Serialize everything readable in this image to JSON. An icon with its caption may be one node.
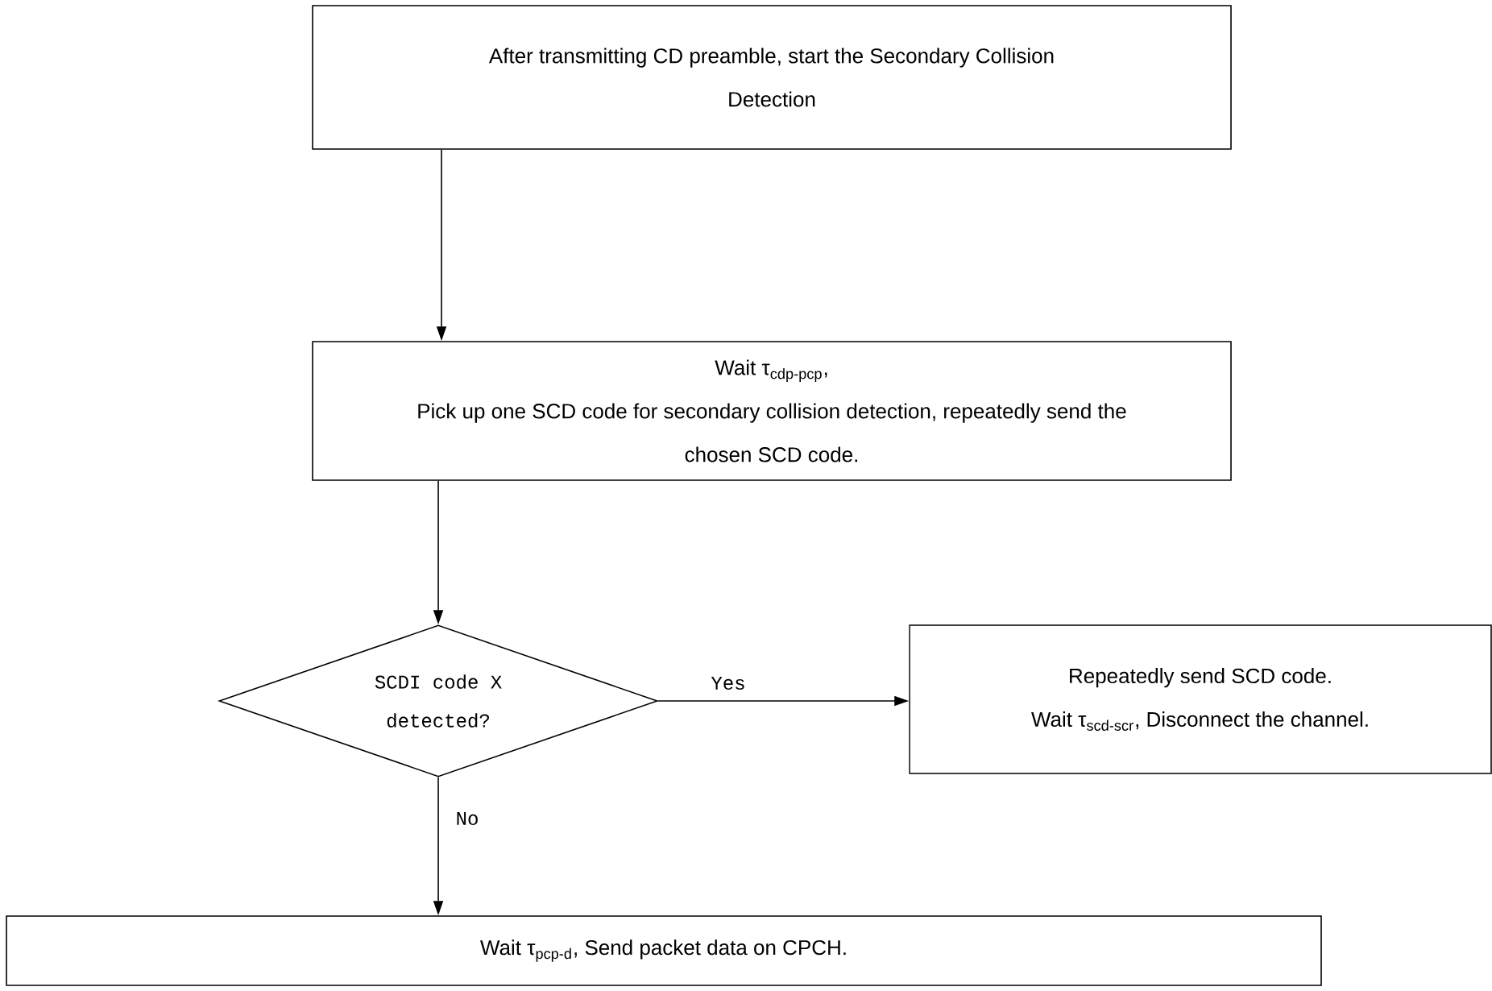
{
  "diagram": {
    "nodes": [
      {
        "text": [
          "After transmitting CD preamble, start the Secondary Collision Detection"
        ]
      },
      {
        "text": [
          "Wait τ$_{cdp-pcp}$,",
          "Pick up one SCD code for secondary collision detection, repeatedly send the chosen SCD code."
        ]
      },
      {
        "text": [
          "SCDI code X detected?"
        ]
      },
      {
        "text": [
          "Repeatedly send SCD code.",
          "Wait τ$_{scd-scr}$, Disconnect the channel."
        ]
      },
      {
        "text": [
          "Wait τ$_{pcp-d}$, Send packet data on CPCH."
        ]
      }
    ],
    "edges": [
      {
        "from": 0,
        "to": 1,
        "arrow": "to"
      },
      {
        "from": 1,
        "to": 2,
        "arrow": "to"
      },
      {
        "from": 2,
        "to": 3,
        "arrow": "to",
        "label": "Yes"
      },
      {
        "from": 2,
        "to": 4,
        "arrow": "to",
        "label": "No"
      }
    ]
  }
}
